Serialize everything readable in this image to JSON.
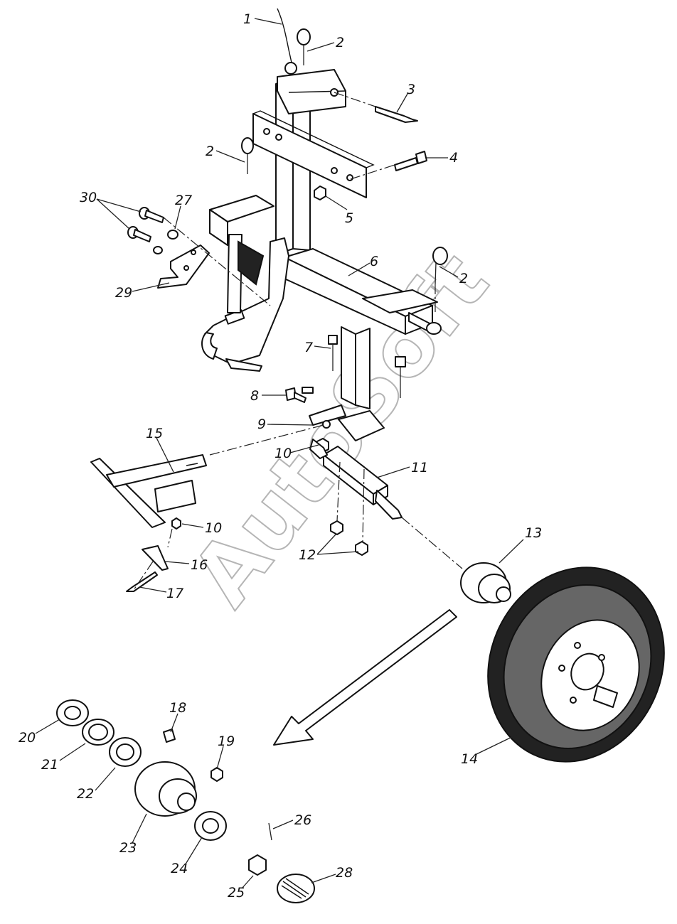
{
  "watermark": "AutoSoft",
  "callouts": [
    {
      "id": "1",
      "text": "1"
    },
    {
      "id": "2a",
      "text": "2"
    },
    {
      "id": "3",
      "text": "3"
    },
    {
      "id": "2b",
      "text": "2"
    },
    {
      "id": "4",
      "text": "4"
    },
    {
      "id": "5",
      "text": "5"
    },
    {
      "id": "30",
      "text": "30"
    },
    {
      "id": "27",
      "text": "27"
    },
    {
      "id": "6",
      "text": "6"
    },
    {
      "id": "2c",
      "text": "2"
    },
    {
      "id": "29",
      "text": "29"
    },
    {
      "id": "7",
      "text": "7"
    },
    {
      "id": "8",
      "text": "8"
    },
    {
      "id": "9",
      "text": "9"
    },
    {
      "id": "15",
      "text": "15"
    },
    {
      "id": "10a",
      "text": "10"
    },
    {
      "id": "11",
      "text": "11"
    },
    {
      "id": "10b",
      "text": "10"
    },
    {
      "id": "13",
      "text": "13"
    },
    {
      "id": "12",
      "text": "12"
    },
    {
      "id": "16",
      "text": "16"
    },
    {
      "id": "17",
      "text": "17"
    },
    {
      "id": "18",
      "text": "18"
    },
    {
      "id": "20",
      "text": "20"
    },
    {
      "id": "19",
      "text": "19"
    },
    {
      "id": "21",
      "text": "21"
    },
    {
      "id": "14",
      "text": "14"
    },
    {
      "id": "22",
      "text": "22"
    },
    {
      "id": "26",
      "text": "26"
    },
    {
      "id": "23",
      "text": "23"
    },
    {
      "id": "24",
      "text": "24"
    },
    {
      "id": "28",
      "text": "28"
    },
    {
      "id": "25",
      "text": "25"
    }
  ]
}
